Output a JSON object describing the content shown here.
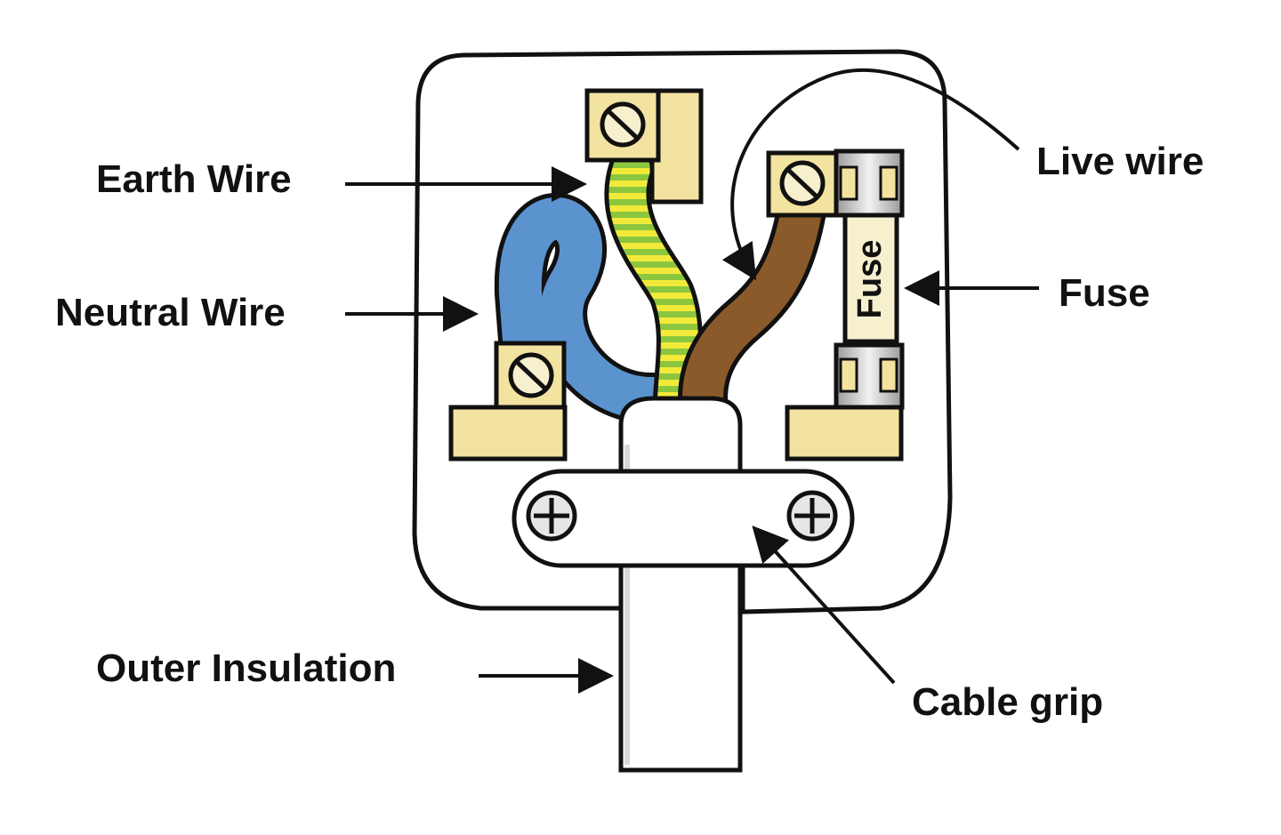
{
  "labels": {
    "earth_wire": "Earth Wire",
    "neutral_wire": "Neutral Wire",
    "live_wire": "Live wire",
    "fuse": "Fuse",
    "outer_insulation": "Outer Insulation",
    "cable_grip": "Cable grip"
  },
  "fuse_text": "Fuse",
  "colors": {
    "terminal": "#f2e3a0",
    "neutral": "#5b93cf",
    "earth_green": "#8cc63f",
    "earth_yellow": "#f2ea3a",
    "live": "#8a5a2b",
    "outline": "#111111"
  }
}
